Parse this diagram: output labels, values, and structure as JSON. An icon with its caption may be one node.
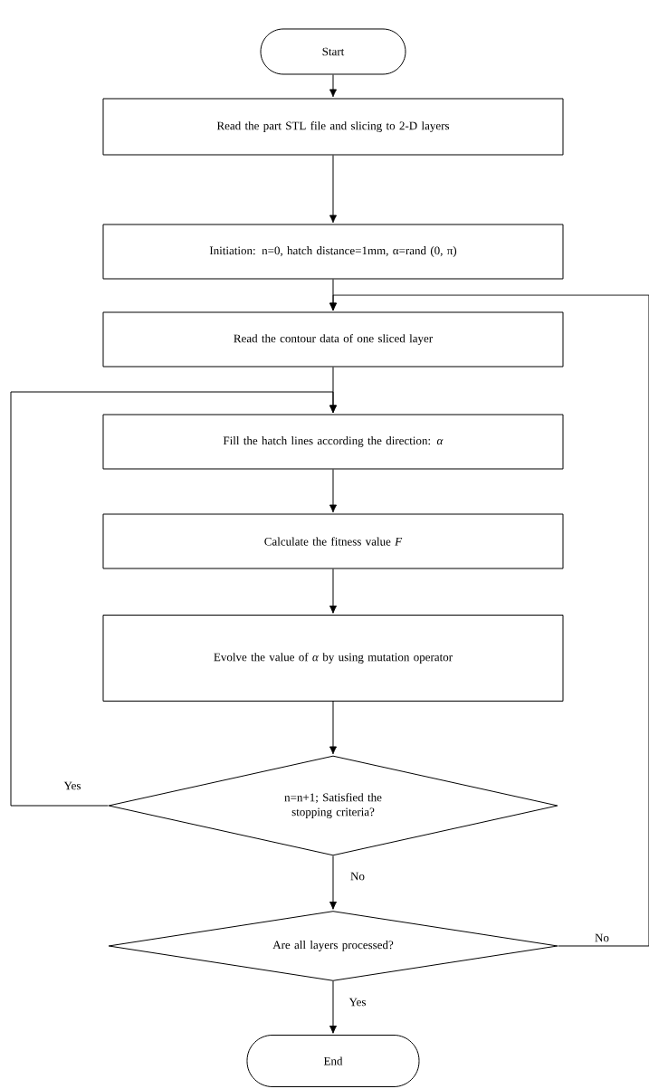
{
  "diagram": {
    "nodes": [
      {
        "text": [
          "Start"
        ]
      },
      {
        "text": [
          "Read the part STL file and slicing to 2-D layers"
        ]
      },
      {
        "text": [
          "Initiation: n=0, hatch distance=1mm, α=rand (0, π)"
        ]
      },
      {
        "text": [
          "Read the contour data of one sliced layer"
        ]
      },
      {
        "text": [
          "Fill the hatch lines according the direction: *α*"
        ]
      },
      {
        "text": [
          "Calculate the fitness value *F*"
        ]
      },
      {
        "text": [
          "Evolve the value of *α* by using mutation operator"
        ]
      },
      {
        "text": [
          "n=n+1; Satisfied the stopping criteria?"
        ]
      },
      {
        "text": [
          "Are all layers processed?"
        ]
      },
      {
        "text": [
          "End"
        ]
      }
    ],
    "edges": [
      {
        "from": 0,
        "to": 1,
        "arrow": "to"
      },
      {
        "from": 1,
        "to": 2,
        "arrow": "to"
      },
      {
        "from": 2,
        "to": 3,
        "arrow": "to"
      },
      {
        "from": 3,
        "to": 4,
        "arrow": "to"
      },
      {
        "from": 4,
        "to": 5,
        "arrow": "to"
      },
      {
        "from": 5,
        "to": 6,
        "arrow": "to"
      },
      {
        "from": 6,
        "to": 7,
        "arrow": "to"
      },
      {
        "from": 7,
        "to": 4,
        "arrow": "to",
        "label": "Yes"
      },
      {
        "from": 7,
        "to": 8,
        "arrow": "to",
        "label": "No"
      },
      {
        "from": 8,
        "to": 3,
        "arrow": "to",
        "label": "No"
      },
      {
        "from": 8,
        "to": 9,
        "arrow": "to",
        "label": "Yes"
      }
    ]
  }
}
